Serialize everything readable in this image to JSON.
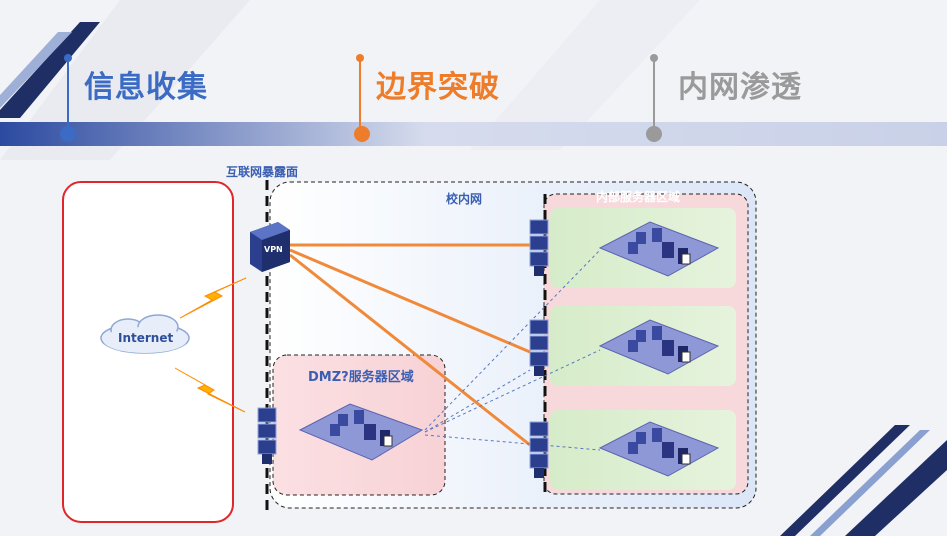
{
  "timeline": {
    "steps": [
      {
        "label": "信息收集",
        "color": "#3b6bc4"
      },
      {
        "label": "边界突破",
        "color": "#ee7d2b"
      },
      {
        "label": "内网渗透",
        "color": "#9a9a9a"
      }
    ]
  },
  "diagram": {
    "exposure_label": "互联网暴露面",
    "campus_label": "校内网",
    "internal_zone_label": "内部服务器区域",
    "dmz_label": "DMZ?服务器区域",
    "internet_label": "Internet",
    "vpn_label": "VPN"
  },
  "colors": {
    "accent_blue": "#3b6bc4",
    "accent_orange": "#ee7d2b",
    "accent_gray": "#9a9a9a",
    "internet_box_border": "#e0262b",
    "link_orange": "#f08a3a",
    "dark_navy": "#1f2f66"
  },
  "icons": [
    "vpn-device-icon",
    "switch-stack-icon",
    "server-cluster-icon",
    "lightning-icon",
    "cloud-icon"
  ]
}
